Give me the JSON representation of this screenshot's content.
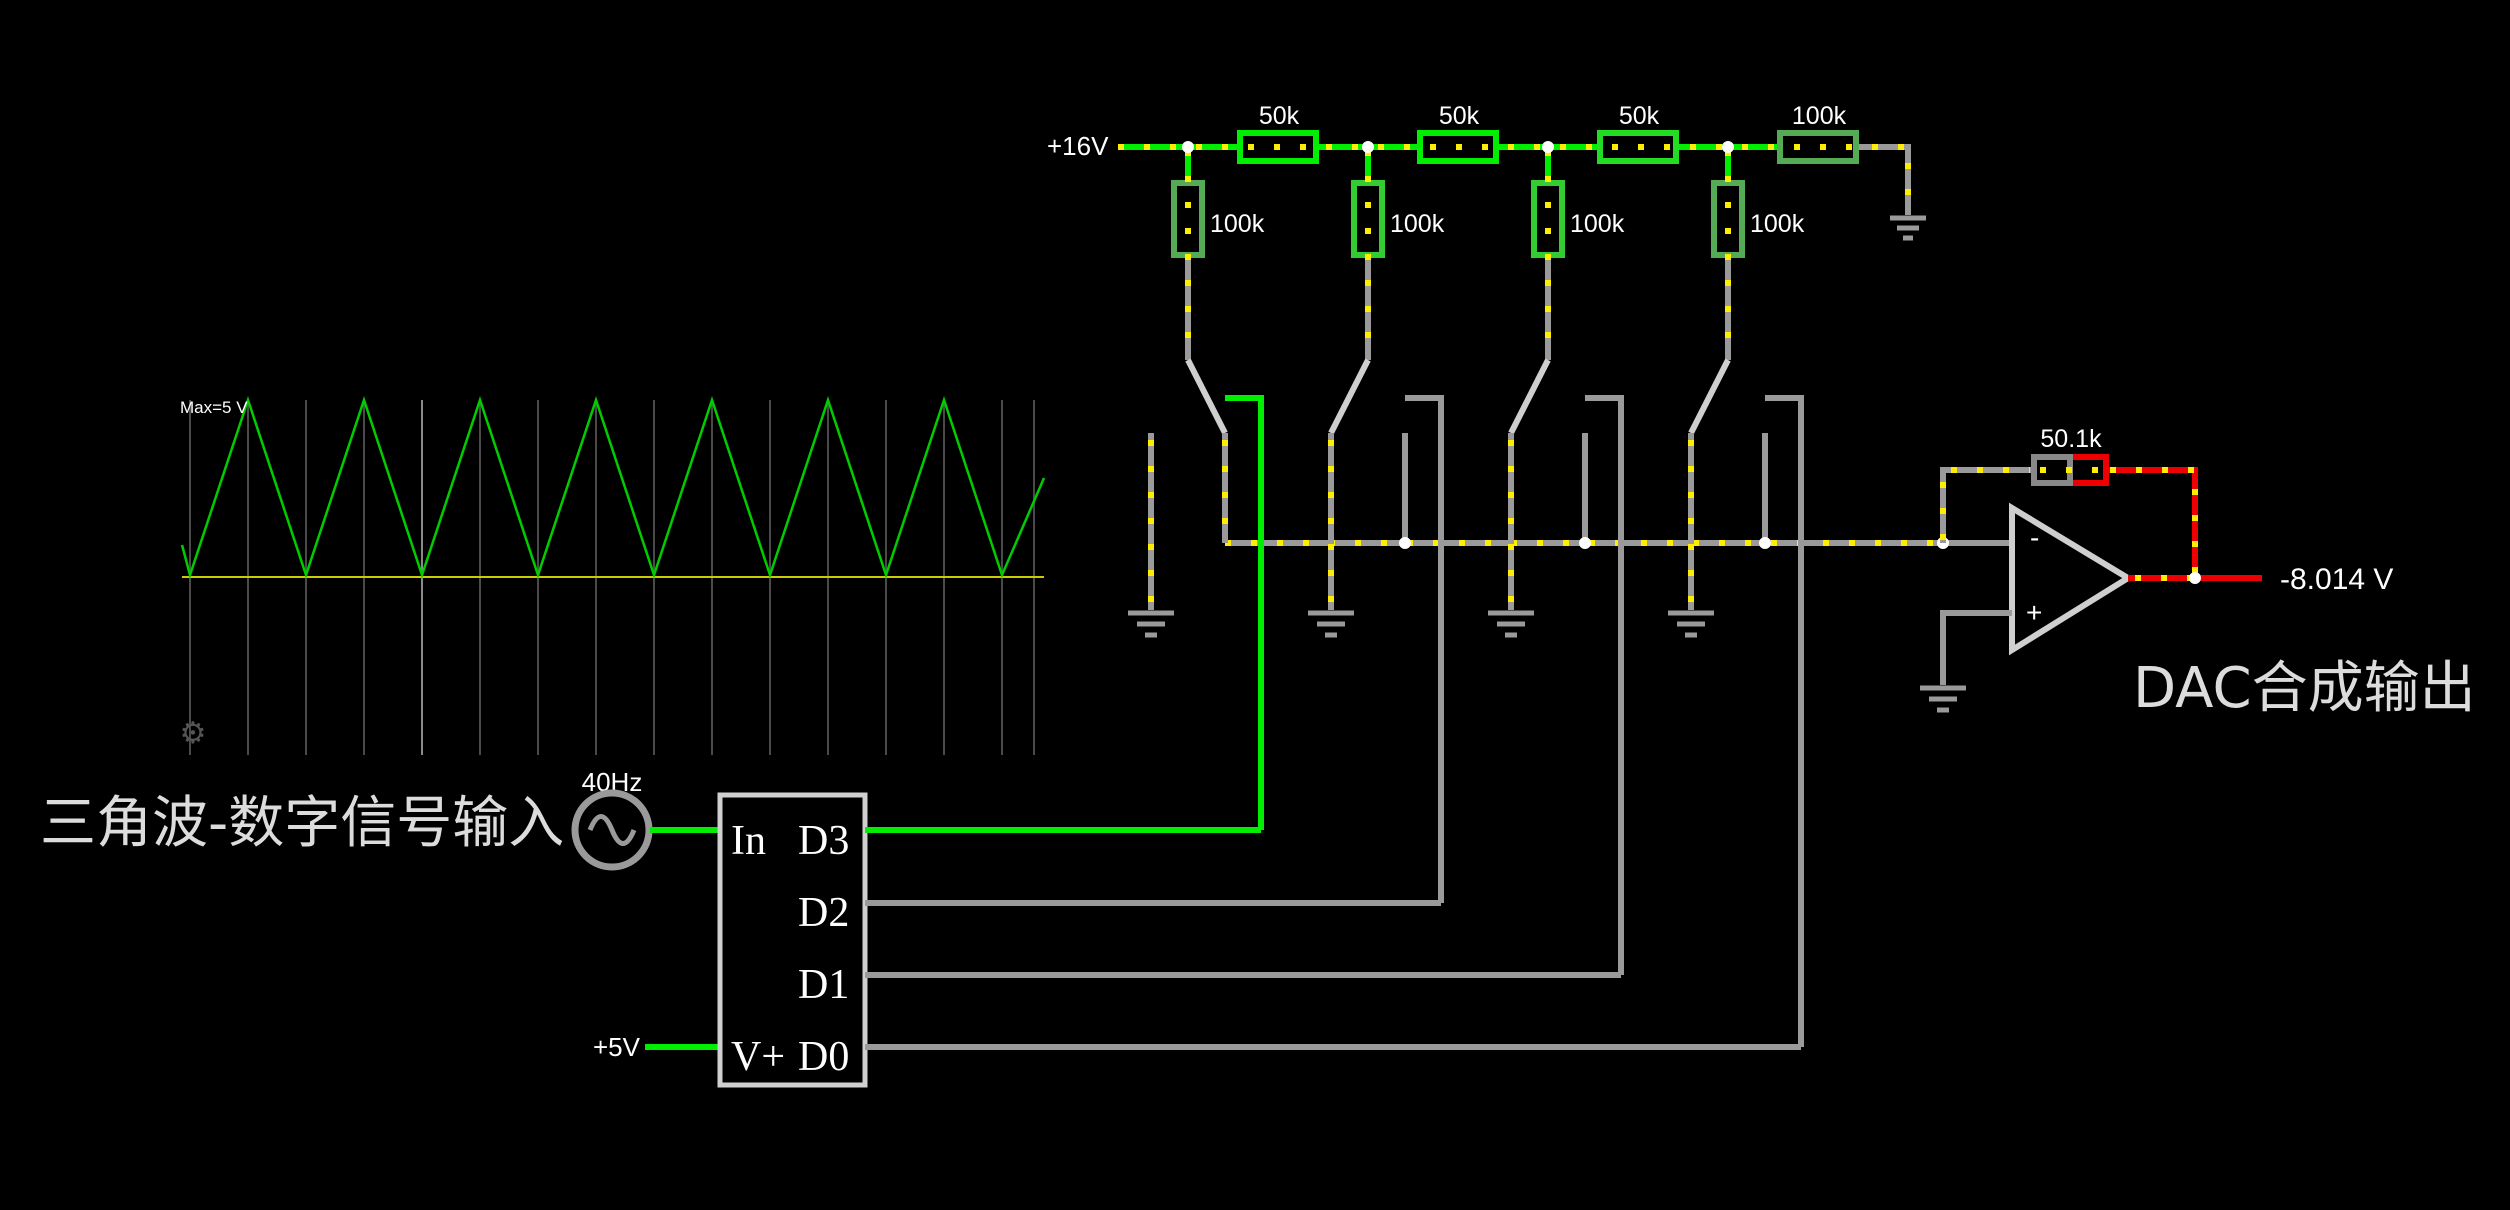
{
  "supply_label": "+16V",
  "ladder": {
    "series_values": [
      "50k",
      "50k",
      "50k",
      "100k"
    ],
    "shunt_values": [
      "100k",
      "100k",
      "100k",
      "100k"
    ]
  },
  "feedback_resistor": "50.1k",
  "output_voltage": "-8.014 V",
  "output_label": "DAC合成输出",
  "input_label": "三角波-数字信号输入",
  "source_frequency": "40Hz",
  "chip": {
    "pins_left": [
      "In",
      "V+"
    ],
    "pins_right": [
      "D3",
      "D2",
      "D1",
      "D0"
    ]
  },
  "chip_supply": "+5V",
  "opamp": {
    "minus": "-",
    "plus": "+"
  },
  "scope": {
    "max_label": "Max=5 V",
    "waveform": "triangle",
    "periods_visible": 7.5,
    "trace_color": "#00cc00",
    "baseline_color": "#cccc00"
  },
  "switch_states": {
    "D3": "high",
    "D2": "low",
    "D1": "low",
    "D0": "low"
  },
  "colors": {
    "high_wire": "#00ee00",
    "neutral_wire": "#9a9a9a",
    "negative_wire": "#ee0000",
    "current_dots": "#ffee00",
    "background": "#000000"
  }
}
